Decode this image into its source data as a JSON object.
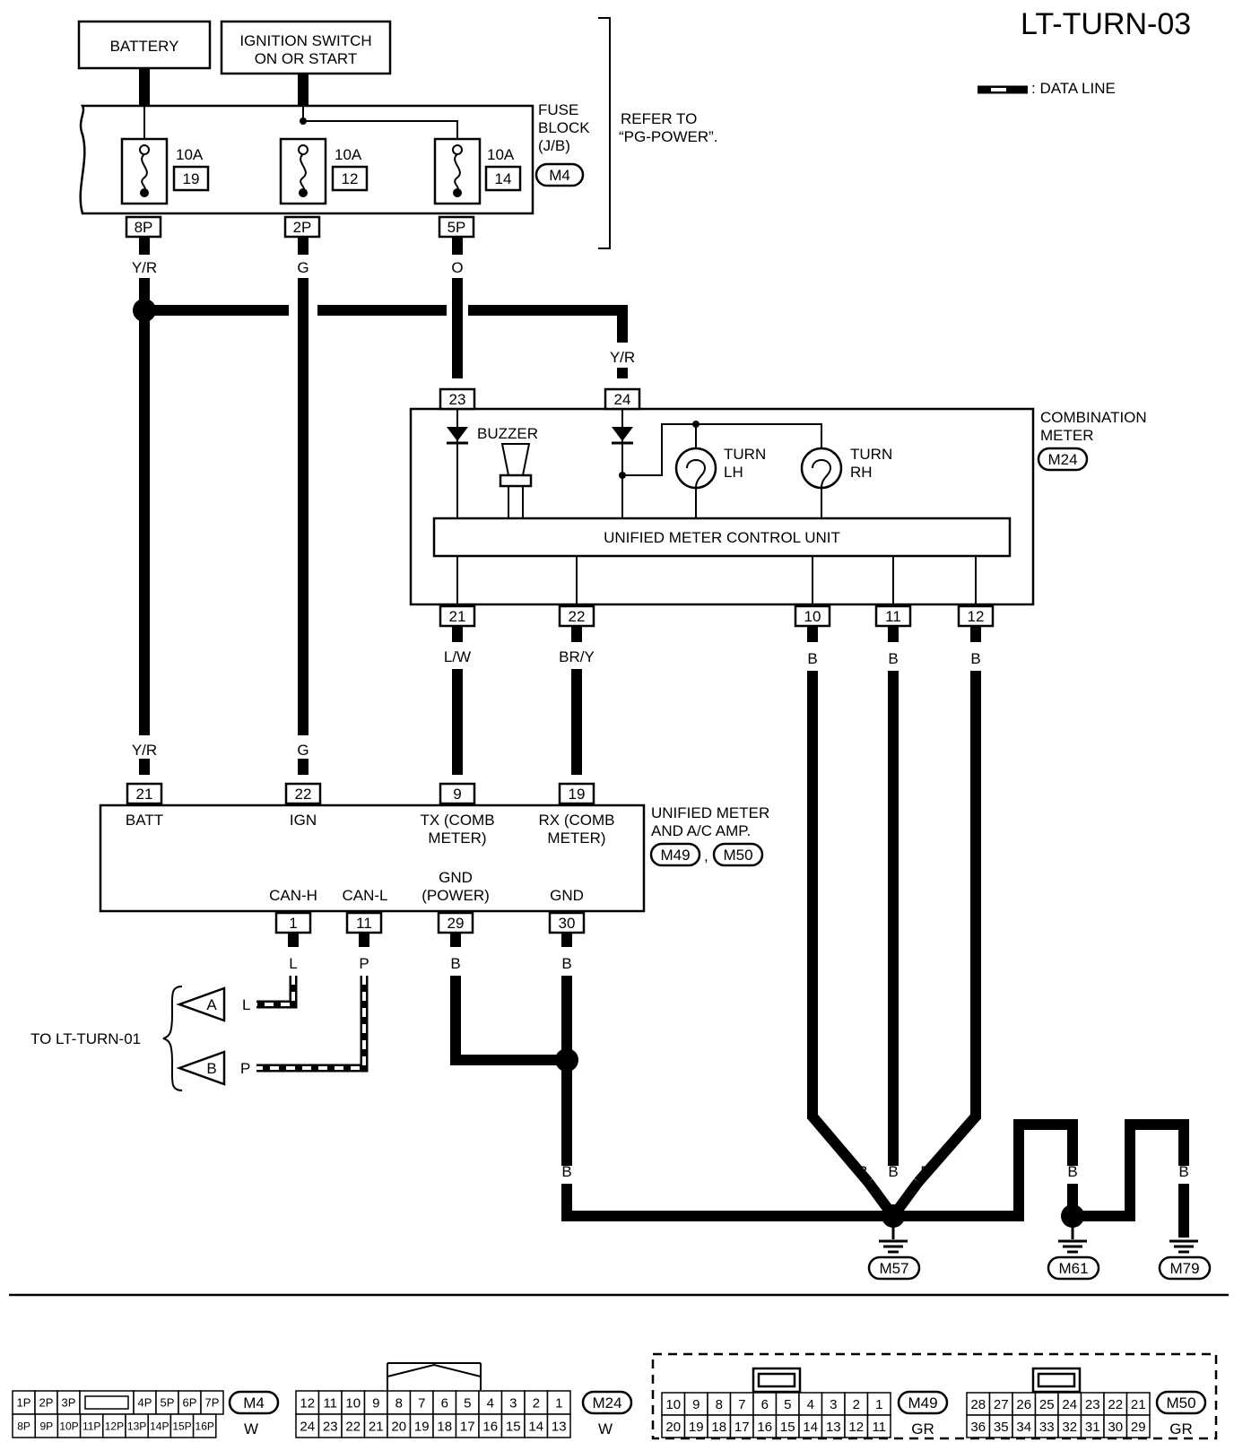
{
  "diagram_id": "LT-TURN-03",
  "legend": {
    "data_line": ": DATA LINE"
  },
  "sources": {
    "battery": "BATTERY",
    "ignition_line1": "IGNITION SWITCH",
    "ignition_line2": "ON OR START"
  },
  "fuse_block": {
    "title_line1": "FUSE",
    "title_line2": "BLOCK",
    "title_line3": "(J/B)",
    "connector": "M4",
    "refer_line1": "REFER TO",
    "refer_line2": "“PG-POWER”.",
    "fuses": [
      {
        "amp": "10A",
        "num": "19",
        "pin": "8P"
      },
      {
        "amp": "10A",
        "num": "12",
        "pin": "2P"
      },
      {
        "amp": "10A",
        "num": "14",
        "pin": "5P"
      }
    ]
  },
  "wires": {
    "yr": "Y/R",
    "g": "G",
    "o": "O",
    "lw": "L/W",
    "bry": "BR/Y",
    "b": "B",
    "l": "L",
    "p": "P"
  },
  "combination_meter": {
    "title_line1": "COMBINATION",
    "title_line2": "METER",
    "connector": "M24",
    "buzzer": "BUZZER",
    "turn_lh_1": "TURN",
    "turn_lh_2": "LH",
    "turn_rh_1": "TURN",
    "turn_rh_2": "RH",
    "control_unit": "UNIFIED METER CONTROL UNIT",
    "pins_top": [
      "23",
      "24"
    ],
    "pins_bottom": [
      "21",
      "22",
      "10",
      "11",
      "12"
    ]
  },
  "amp": {
    "title_line1": "UNIFIED METER",
    "title_line2": "AND A/C AMP.",
    "connector_a": "M49",
    "connector_b": "M50",
    "sep": ",",
    "pins_top": [
      "21",
      "22",
      "9",
      "19"
    ],
    "top_labels": [
      "BATT",
      "IGN",
      "TX (COMB",
      "METER)",
      "RX (COMB",
      "METER)"
    ],
    "pins_bottom": [
      "1",
      "11",
      "29",
      "30"
    ],
    "bottom_labels": [
      "CAN-H",
      "CAN-L",
      "GND",
      "(POWER)",
      "GND"
    ]
  },
  "offpage": {
    "label": "TO LT-TURN-01",
    "a": "A",
    "b": "B"
  },
  "grounds": [
    "M57",
    "M61",
    "M79"
  ],
  "connector_views": {
    "m4": {
      "id": "M4",
      "color": "W",
      "row1": [
        "1P",
        "2P",
        "3P",
        "",
        "4P",
        "5P",
        "6P",
        "7P"
      ],
      "row2": [
        "8P",
        "9P",
        "10P",
        "11P",
        "12P",
        "13P",
        "14P",
        "15P",
        "16P"
      ]
    },
    "m24": {
      "id": "M24",
      "color": "W",
      "row1": [
        "12",
        "11",
        "10",
        "9",
        "8",
        "7",
        "6",
        "5",
        "4",
        "3",
        "2",
        "1"
      ],
      "row2": [
        "24",
        "23",
        "22",
        "21",
        "20",
        "19",
        "18",
        "17",
        "16",
        "15",
        "14",
        "13"
      ]
    },
    "m49": {
      "id": "M49",
      "color": "GR",
      "row1": [
        "10",
        "9",
        "8",
        "7",
        "6",
        "5",
        "4",
        "3",
        "2",
        "1"
      ],
      "row2": [
        "20",
        "19",
        "18",
        "17",
        "16",
        "15",
        "14",
        "13",
        "12",
        "11"
      ]
    },
    "m50": {
      "id": "M50",
      "color": "GR",
      "row1": [
        "28",
        "27",
        "26",
        "25",
        "24",
        "23",
        "22",
        "21"
      ],
      "row2": [
        "36",
        "35",
        "34",
        "33",
        "32",
        "31",
        "30",
        "29"
      ]
    }
  }
}
